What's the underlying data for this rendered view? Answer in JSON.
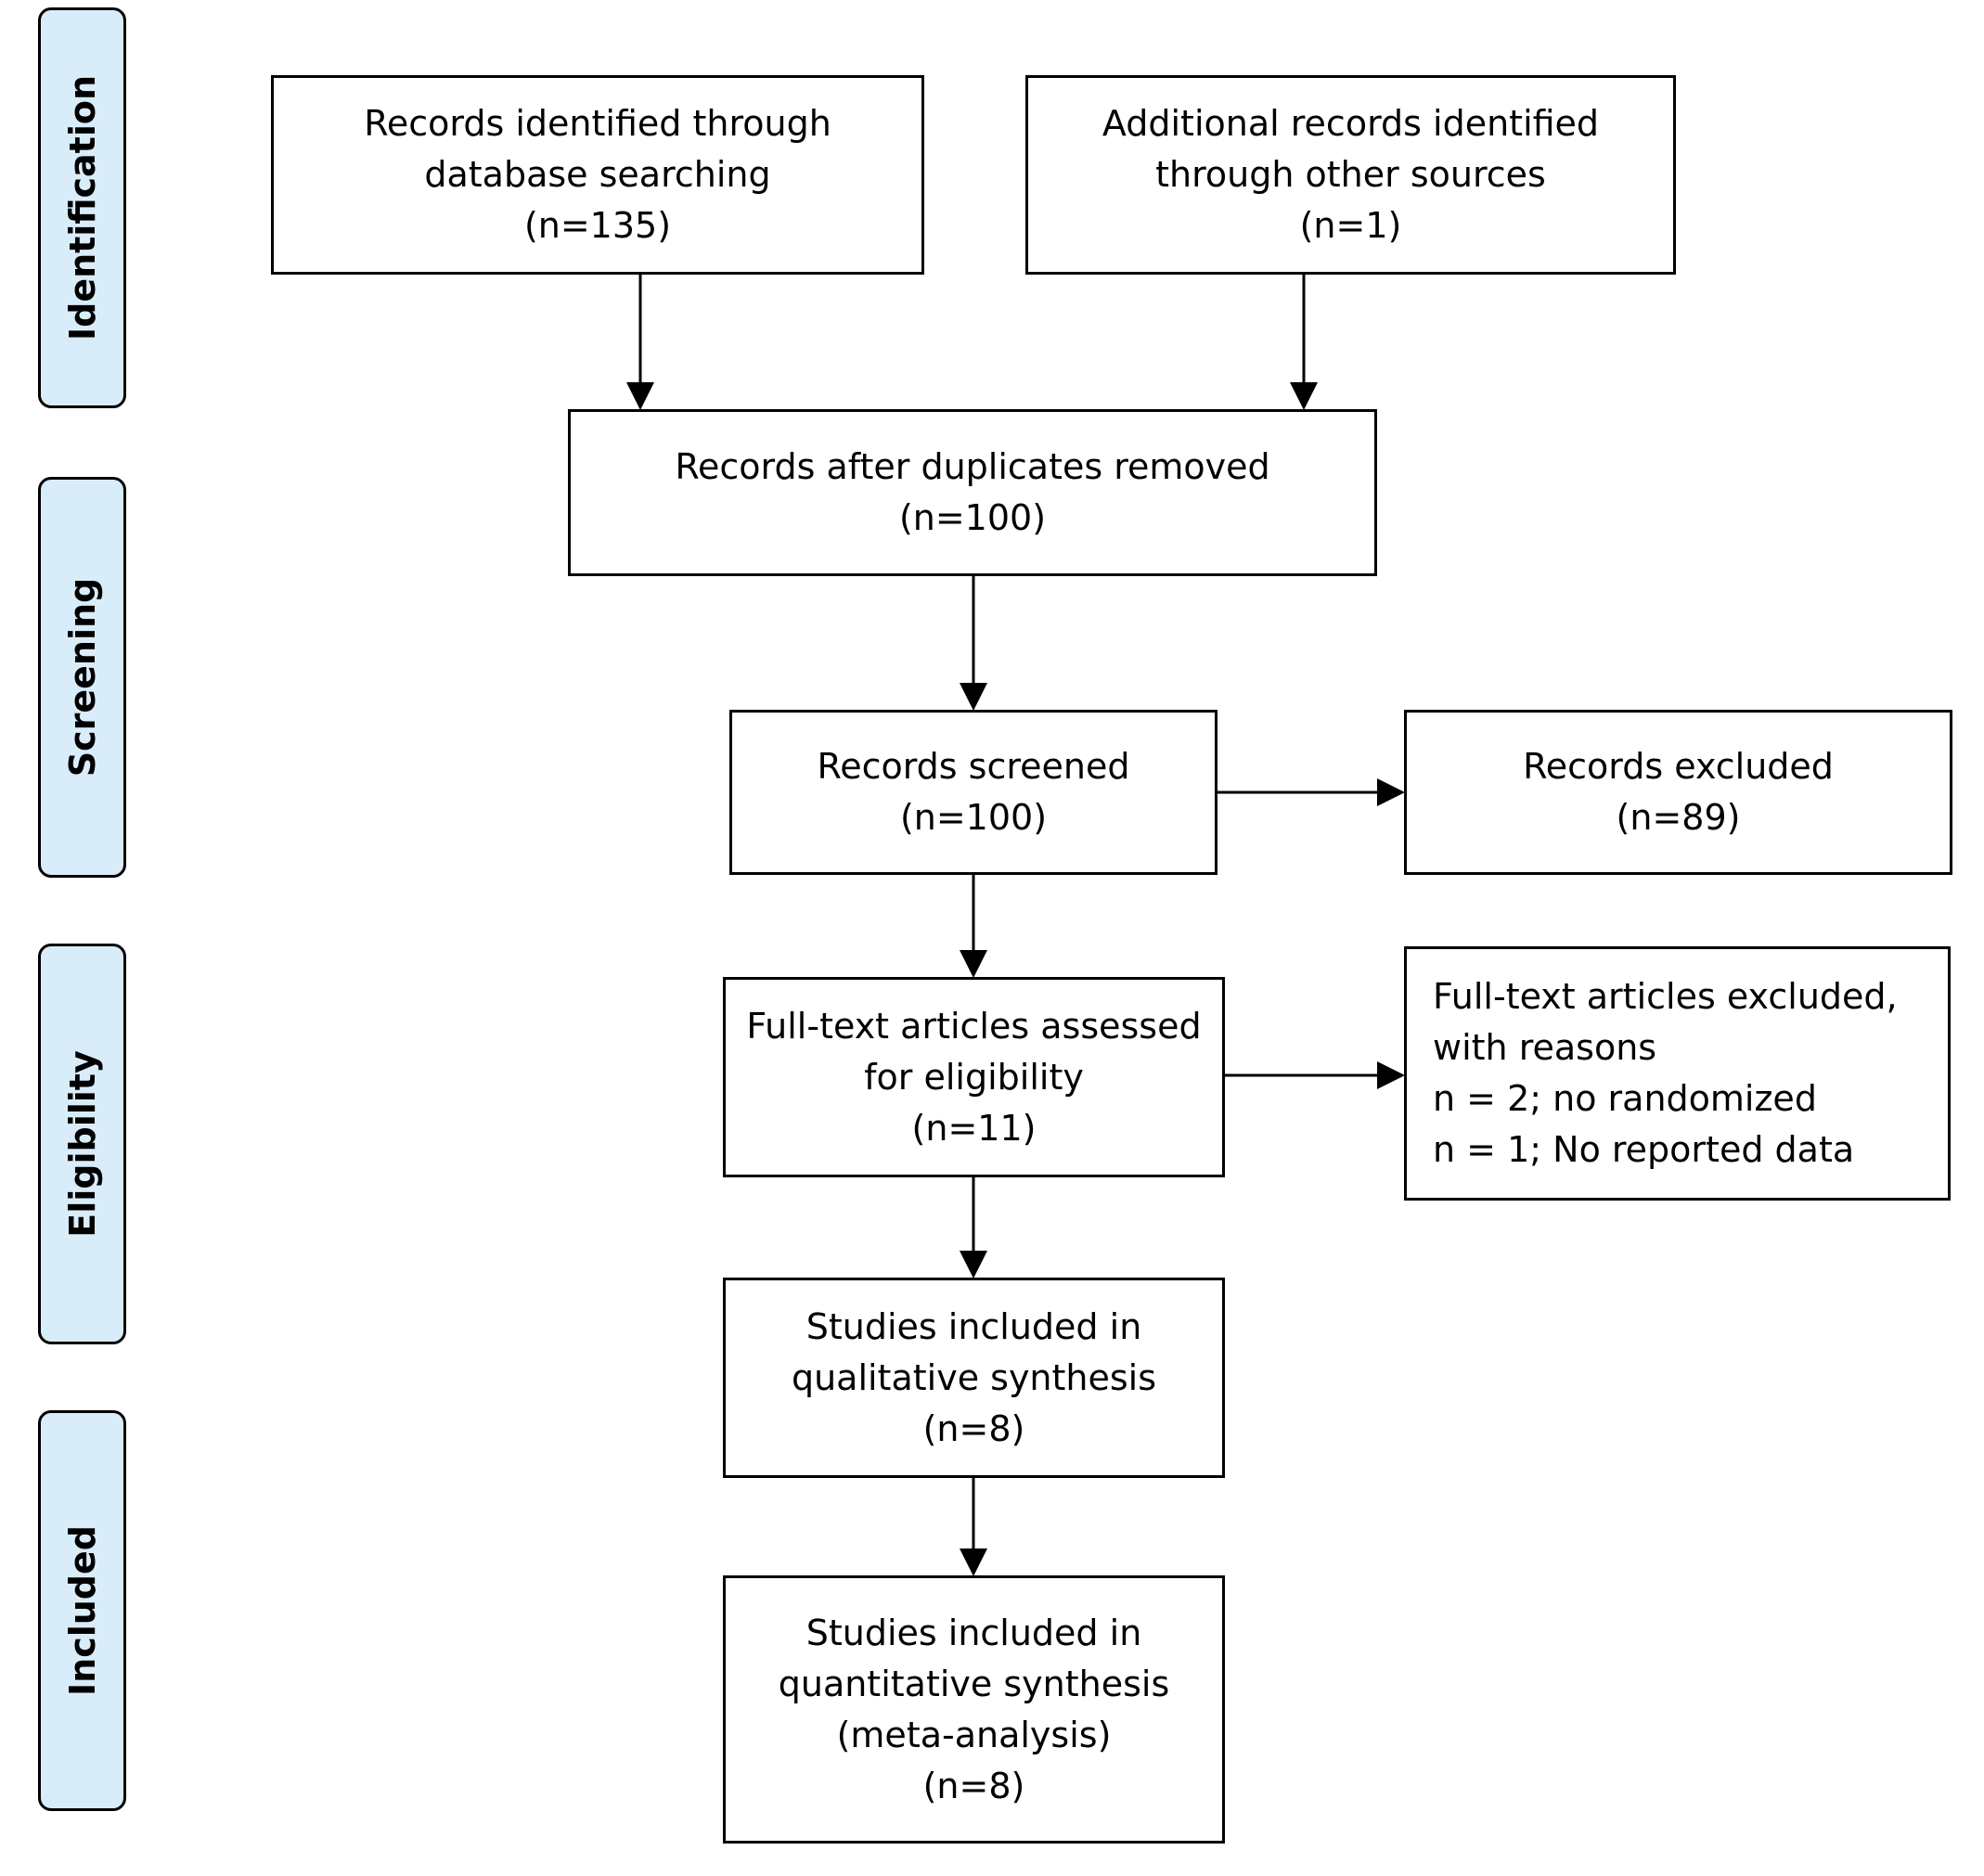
{
  "phases": {
    "identification": "Identification",
    "screening": "Screening",
    "eligibility": "Eligibility",
    "included": "Included"
  },
  "boxes": {
    "database": {
      "lines": [
        "Records identified through",
        "database searching",
        "(n=135)"
      ]
    },
    "other_sources": {
      "lines": [
        "Additional records identified",
        "through other sources",
        "(n=1)"
      ]
    },
    "duplicates_removed": {
      "lines": [
        "Records after duplicates removed",
        "(n=100)"
      ]
    },
    "screened": {
      "lines": [
        "Records screened",
        "(n=100)"
      ]
    },
    "excluded": {
      "lines": [
        "Records excluded",
        "(n=89)"
      ]
    },
    "fulltext_assessed": {
      "lines": [
        "Full-text articles assessed",
        "for eligibility",
        "(n=11)"
      ]
    },
    "fulltext_excluded": {
      "lines": [
        "Full-text articles excluded,",
        "with reasons",
        "n = 2; no randomized",
        "n = 1; No reported data"
      ]
    },
    "qualitative": {
      "lines": [
        "Studies included in",
        "qualitative synthesis",
        "(n=8)"
      ]
    },
    "quantitative": {
      "lines": [
        "Studies included in",
        "quantitative synthesis",
        "(meta-analysis)",
        "(n=8)"
      ]
    }
  }
}
